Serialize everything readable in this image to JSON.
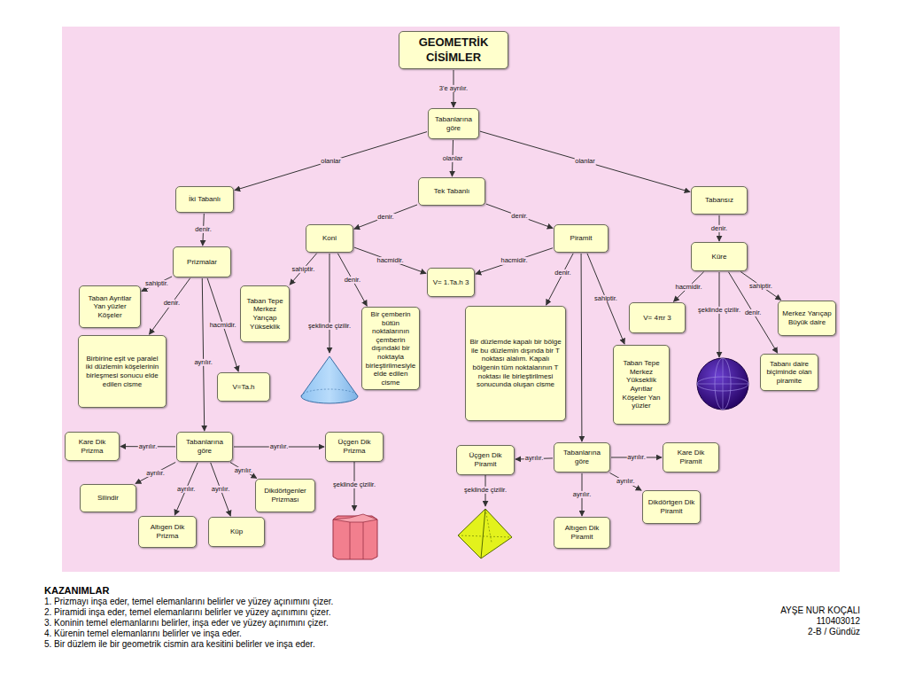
{
  "diagram": {
    "nodes": [
      {
        "text": [
          "GEOMETRİK CİSİMLER"
        ]
      },
      {
        "text": [
          "Tabanlarına göre"
        ]
      },
      {
        "text": [
          "İki Tabanlı"
        ]
      },
      {
        "text": [
          "Tek Tabanlı"
        ]
      },
      {
        "text": [
          "Tabansız"
        ]
      },
      {
        "text": [
          "Koni"
        ]
      },
      {
        "text": [
          "Piramit"
        ]
      },
      {
        "text": [
          "Prizmalar"
        ]
      },
      {
        "text": [
          "V= 1.Ta.h 3"
        ]
      },
      {
        "text": [
          "Küre"
        ]
      },
      {
        "text": [
          "Taban Ayrıtlar Yan yüzler Köşeler"
        ]
      },
      {
        "text": [
          "Birbirine eşit ve paralel iki düzlemin köşelerinin birleşmesi sonucu elde edilen cisme"
        ]
      },
      {
        "text": [
          "V=Ta.h"
        ]
      },
      {
        "text": [
          "Taban Tepe Merkez Yarıçap Yükseklik"
        ]
      },
      {
        "text": [
          "Bir çemberin bütün noktalarının çemberin dışındaki bir noktayla birleştirilmesiyle elde edilen cisme"
        ]
      },
      {
        "text": [
          "Bir düzlemde kapalı bir bölge ile bu düzlemin dışında bir T noktası alalım. Kapalı bölgenin tüm noktalarının T noktası ile birleştirilmesi sonucunda oluşan cisme"
        ]
      },
      {
        "text": [
          "Taban Tepe Merkez Yükseklik Ayrıtlar Köşeler Yan yüzler"
        ]
      },
      {
        "text": [
          "V= 4πr 3"
        ]
      },
      {
        "text": [
          "Merkez Yarıçap Büyük daire"
        ]
      },
      {
        "text": [
          "Tabanı daire biçiminde olan piramite"
        ]
      },
      {
        "text": [
          "Kare Dik Prizma"
        ]
      },
      {
        "text": [
          "Tabanlarına göre"
        ]
      },
      {
        "text": [
          "Üçgen Dik Prizma"
        ]
      },
      {
        "text": [
          "Silindir"
        ]
      },
      {
        "text": [
          "Altıgen Dik Prizma"
        ]
      },
      {
        "text": [
          "Küp"
        ]
      },
      {
        "text": [
          "Dikdörtgenler Prizması"
        ]
      },
      {
        "text": [
          "Üçgen Dik Piramit"
        ]
      },
      {
        "text": [
          "Tabanlarına göre"
        ]
      },
      {
        "text": [
          "Kare Dik Piramit"
        ]
      },
      {
        "text": [
          "Dikdörtgen Dik Piramit"
        ]
      },
      {
        "text": [
          "Altıgen Dik Piramit"
        ]
      }
    ],
    "edges": [
      {
        "from": 0,
        "to": 1,
        "label": "3'e ayrılır.",
        "arrow": "to"
      },
      {
        "from": 1,
        "to": 2,
        "label": "olanlar",
        "arrow": "to"
      },
      {
        "from": 1,
        "to": 3,
        "label": "olanlar",
        "arrow": "to"
      },
      {
        "from": 1,
        "to": 4,
        "label": "olanlar",
        "arrow": "to"
      },
      {
        "from": 2,
        "to": 7,
        "label": "denir.",
        "arrow": "to"
      },
      {
        "from": 3,
        "to": 5,
        "label": "denir.",
        "arrow": "to"
      },
      {
        "from": 3,
        "to": 6,
        "label": "denir.",
        "arrow": "to"
      },
      {
        "from": 4,
        "to": 9,
        "label": "denir.",
        "arrow": "to"
      },
      {
        "from": 7,
        "to": 10,
        "label": "sahiptir.",
        "arrow": "to"
      },
      {
        "from": 7,
        "to": 11,
        "label": "denir.",
        "arrow": "to"
      },
      {
        "from": 7,
        "to": 12,
        "label": "hacmidir.",
        "arrow": "to"
      },
      {
        "from": 7,
        "to": 21,
        "label": "ayrılır.",
        "arrow": "to"
      },
      {
        "from": 5,
        "to": 13,
        "label": "sahiptir.",
        "arrow": "to"
      },
      {
        "from": 5,
        "to": 14,
        "label": "denir.",
        "arrow": "to"
      },
      {
        "from": 5,
        "to": 8,
        "label": "hacmidir.",
        "arrow": "to"
      },
      {
        "from": 6,
        "to": 8,
        "label": "hacmidir.",
        "arrow": "to"
      },
      {
        "from": 6,
        "to": 15,
        "label": "denir.",
        "arrow": "to"
      },
      {
        "from": 6,
        "to": 16,
        "label": "sahiptir.",
        "arrow": "to"
      },
      {
        "from": 6,
        "to": 28,
        "arrow": "to"
      },
      {
        "from": 9,
        "to": 17,
        "label": "hacmidir.",
        "arrow": "to"
      },
      {
        "from": 9,
        "to": 18,
        "label": "sahiptir.",
        "arrow": "to"
      },
      {
        "from": 9,
        "to": 19,
        "label": "denir.",
        "arrow": "to"
      },
      {
        "from": 21,
        "to": 20,
        "label": "ayrılır.",
        "arrow": "to"
      },
      {
        "from": 21,
        "to": 22,
        "label": "ayrılır.",
        "arrow": "to"
      },
      {
        "from": 21,
        "to": 23,
        "label": "ayrılır.",
        "arrow": "to"
      },
      {
        "from": 21,
        "to": 24,
        "label": "ayrılır.",
        "arrow": "to"
      },
      {
        "from": 21,
        "to": 25,
        "label": "ayrılır.",
        "arrow": "to"
      },
      {
        "from": 21,
        "to": 26,
        "label": "ayrılır.",
        "arrow": "to"
      },
      {
        "from": 28,
        "to": 27,
        "label": "ayrılır.",
        "arrow": "to"
      },
      {
        "from": 28,
        "to": 29,
        "label": "ayrılır.",
        "arrow": "to"
      },
      {
        "from": 28,
        "to": 31,
        "label": "ayrılır.",
        "arrow": "to"
      },
      {
        "from": 28,
        "to": 30,
        "label": "ayrılır.",
        "arrow": "to"
      }
    ],
    "labels": [
      "şeklinde çizilir.",
      "şeklinde çizilir.",
      "şeklinde çizilir.",
      "şeklinde çizilir.",
      "KAZANIMLAR",
      "1. Prizmayı inşa eder, temel elemanlarını belirler ve yüzey açınımını çizer.",
      "2. Piramidi inşa eder, temel elemanlarını belirler ve yüzey açınımını çizer.",
      "3. Koninin temel elemanlarını belirler, inşa eder ve yüzey açınımını çizer.",
      "4. Kürenin temel elemanlarını belirler ve inşa eder.",
      "5. Bir düzlem ile bir geometrik cismin ara kesitini belirler ve inşa eder.",
      "AYŞE NUR KOÇALI",
      "110403012",
      "2-B / Gündüz"
    ]
  }
}
